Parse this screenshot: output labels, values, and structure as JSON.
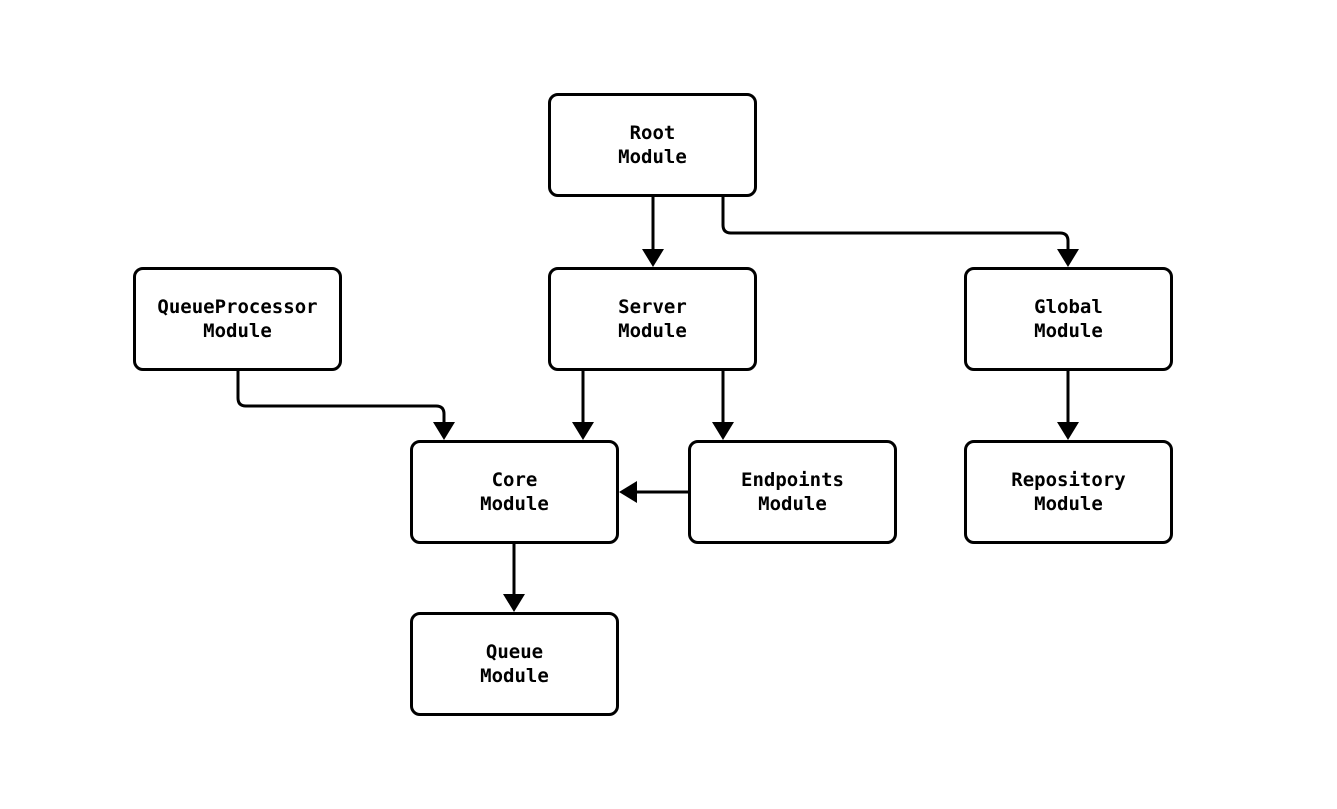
{
  "diagram": {
    "type": "module-dependency-diagram",
    "background_color": "#ffffff",
    "node_fill_color": "#ffffff",
    "node_border_color": "#000000",
    "edge_color": "#000000",
    "nodes": {
      "root": {
        "label": "Root\nModule"
      },
      "queueProcessor": {
        "label": "QueueProcessor\nModule"
      },
      "server": {
        "label": "Server\nModule"
      },
      "global": {
        "label": "Global\nModule"
      },
      "core": {
        "label": "Core\nModule"
      },
      "endpoints": {
        "label": "Endpoints\nModule"
      },
      "repository": {
        "label": "Repository\nModule"
      },
      "queue": {
        "label": "Queue\nModule"
      }
    },
    "edges": [
      {
        "from": "Root Module",
        "to": "Server Module"
      },
      {
        "from": "Root Module",
        "to": "Global Module"
      },
      {
        "from": "QueueProcessor Module",
        "to": "Core Module"
      },
      {
        "from": "Server Module",
        "to": "Core Module"
      },
      {
        "from": "Server Module",
        "to": "Endpoints Module"
      },
      {
        "from": "Endpoints Module",
        "to": "Core Module"
      },
      {
        "from": "Global Module",
        "to": "Repository Module"
      },
      {
        "from": "Core Module",
        "to": "Queue Module"
      }
    ]
  }
}
